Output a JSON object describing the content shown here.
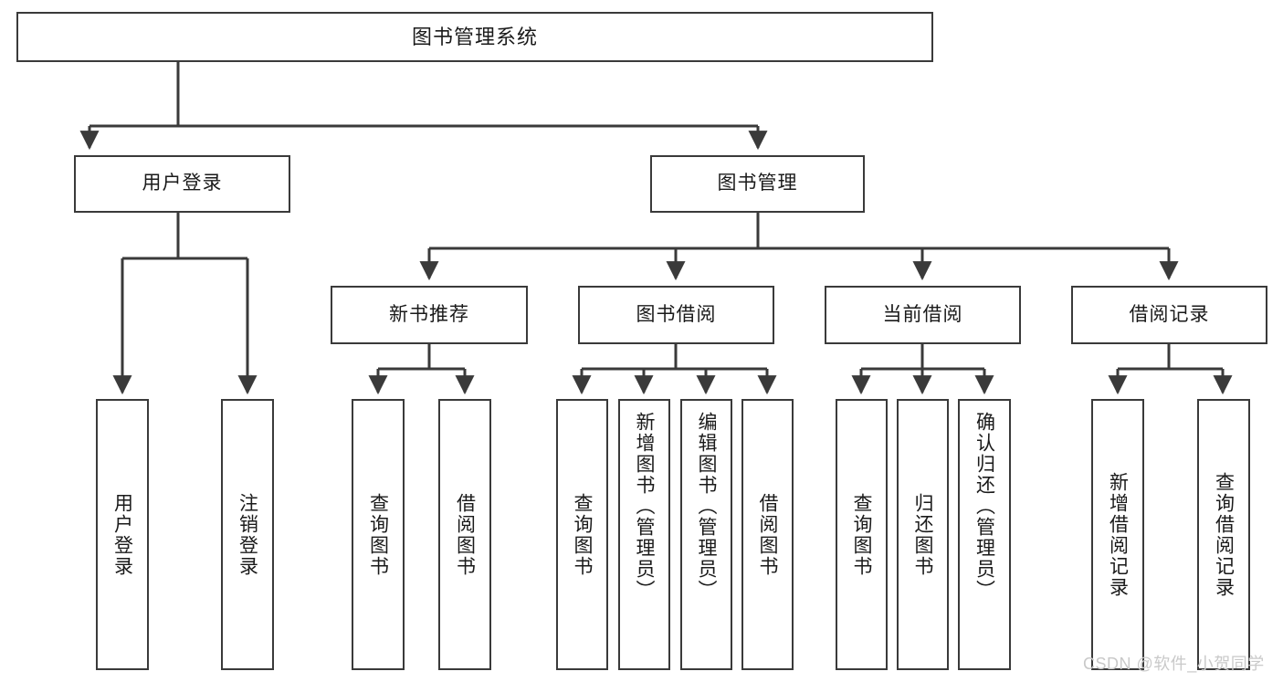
{
  "diagram": {
    "title": "图书管理系统",
    "type": "hierarchy-tree",
    "line_color": "#3a3a3a",
    "box_fill": "#ffffff",
    "text_color": "#1a1a1a"
  },
  "root": {
    "label": "图书管理系统"
  },
  "level2": [
    {
      "label": "用户登录"
    },
    {
      "label": "图书管理"
    }
  ],
  "level3": [
    {
      "label": "新书推荐"
    },
    {
      "label": "图书借阅"
    },
    {
      "label": "当前借阅"
    },
    {
      "label": "借阅记录"
    }
  ],
  "leaves": {
    "user_login": [
      {
        "label": "用户登录"
      },
      {
        "label": "注销登录"
      }
    ],
    "new_book": [
      {
        "label": "查询图书"
      },
      {
        "label": "借阅图书"
      }
    ],
    "book_borrow": [
      {
        "label": "查询图书"
      },
      {
        "label": "新增图书（管理员）"
      },
      {
        "label": "编辑图书（管理员）"
      },
      {
        "label": "借阅图书"
      }
    ],
    "current_borrow": [
      {
        "label": "查询图书"
      },
      {
        "label": "归还图书"
      },
      {
        "label": "确认归还（管理员）"
      }
    ],
    "borrow_record": [
      {
        "label": "新增借阅记录"
      },
      {
        "label": "查询借阅记录"
      }
    ]
  },
  "watermark": {
    "text": "CSDN @软件_小贺同学",
    "color": "#c9c9c9"
  }
}
